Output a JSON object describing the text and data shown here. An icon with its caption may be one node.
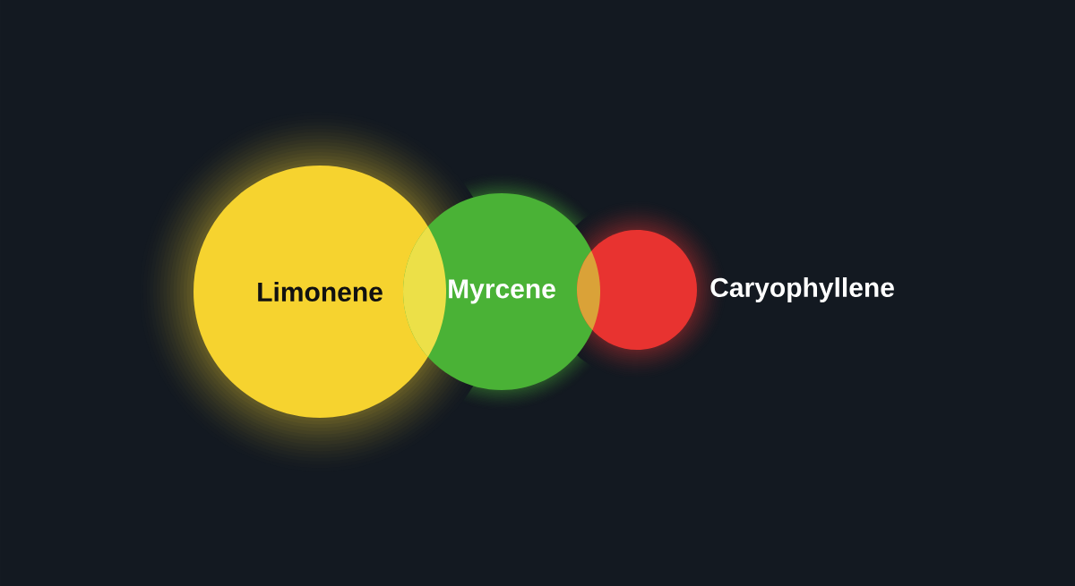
{
  "diagram": {
    "nodes": [
      {
        "text": [
          "Limonene"
        ]
      },
      {
        "text": [
          "Myrcene"
        ]
      },
      {
        "text": [],
        "shape": "circle",
        "beside": [
          "Caryophyllene"
        ]
      }
    ]
  }
}
